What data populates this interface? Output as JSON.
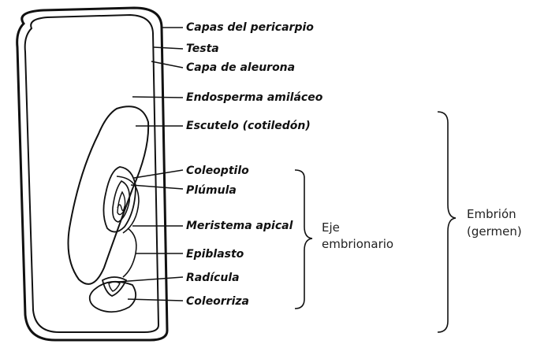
{
  "labels": {
    "pericarp": "Capas del pericarpio",
    "testa": "Testa",
    "aleurone": "Capa de aleurona",
    "endosperm": "Endosperma amiláceo",
    "scutellum": "Escutelo (cotiledón)",
    "coleoptile": "Coleoptilo",
    "plumule": "Plúmula",
    "apical_meristem": "Meristema apical",
    "epiblast": "Epiblasto",
    "radicle": "Radícula",
    "coleorhiza": "Coleorriza"
  },
  "groups": {
    "axis_line1": "Eje",
    "axis_line2": "embrionario",
    "embryo_line1": "Embrión",
    "embryo_line2": "(germen)"
  }
}
